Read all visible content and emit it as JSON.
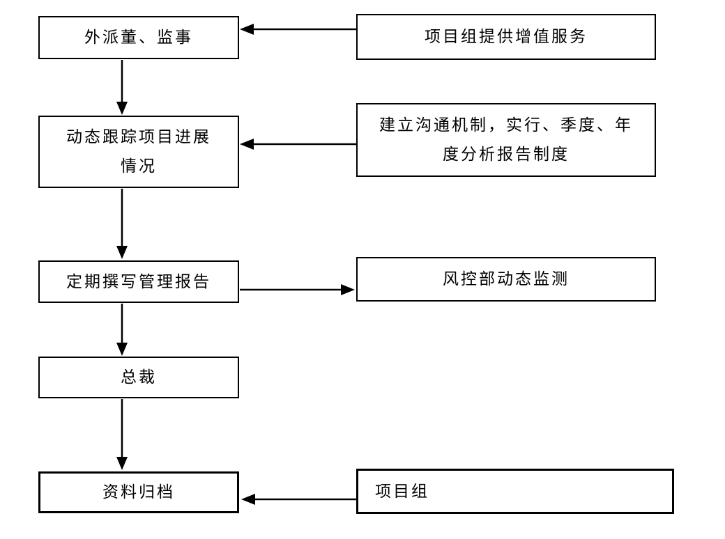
{
  "diagram": {
    "type": "flowchart",
    "background_color": "#ffffff",
    "line_color": "#000000",
    "nodes": [
      {
        "id": "dispatch-directors",
        "lines": [
          "外派董、监事"
        ]
      },
      {
        "id": "project-team-value-service",
        "lines": [
          "项目组提供增值服务"
        ]
      },
      {
        "id": "track-progress",
        "lines": [
          "动态跟踪项目进展",
          "情况"
        ]
      },
      {
        "id": "communication-mechanism",
        "lines": [
          "建立沟通机制，实行、季度、年",
          "度分析报告制度"
        ]
      },
      {
        "id": "management-reports",
        "lines": [
          "定期撰写管理报告"
        ]
      },
      {
        "id": "risk-control-monitoring",
        "lines": [
          "风控部动态监测"
        ]
      },
      {
        "id": "president",
        "lines": [
          "总裁"
        ]
      },
      {
        "id": "archive",
        "lines": [
          "资料归档"
        ]
      },
      {
        "id": "project-team",
        "lines": [
          "项目组"
        ]
      }
    ],
    "connectors": [
      {
        "from": "project-team-value-service",
        "to": "dispatch-directors",
        "direction": "left"
      },
      {
        "from": "dispatch-directors",
        "to": "track-progress",
        "direction": "down"
      },
      {
        "from": "communication-mechanism",
        "to": "track-progress",
        "direction": "left"
      },
      {
        "from": "track-progress",
        "to": "management-reports",
        "direction": "down"
      },
      {
        "from": "management-reports",
        "to": "risk-control-monitoring",
        "direction": "right"
      },
      {
        "from": "management-reports",
        "to": "president",
        "direction": "down"
      },
      {
        "from": "president",
        "to": "archive",
        "direction": "down"
      },
      {
        "from": "project-team",
        "to": "archive",
        "direction": "left"
      }
    ]
  }
}
